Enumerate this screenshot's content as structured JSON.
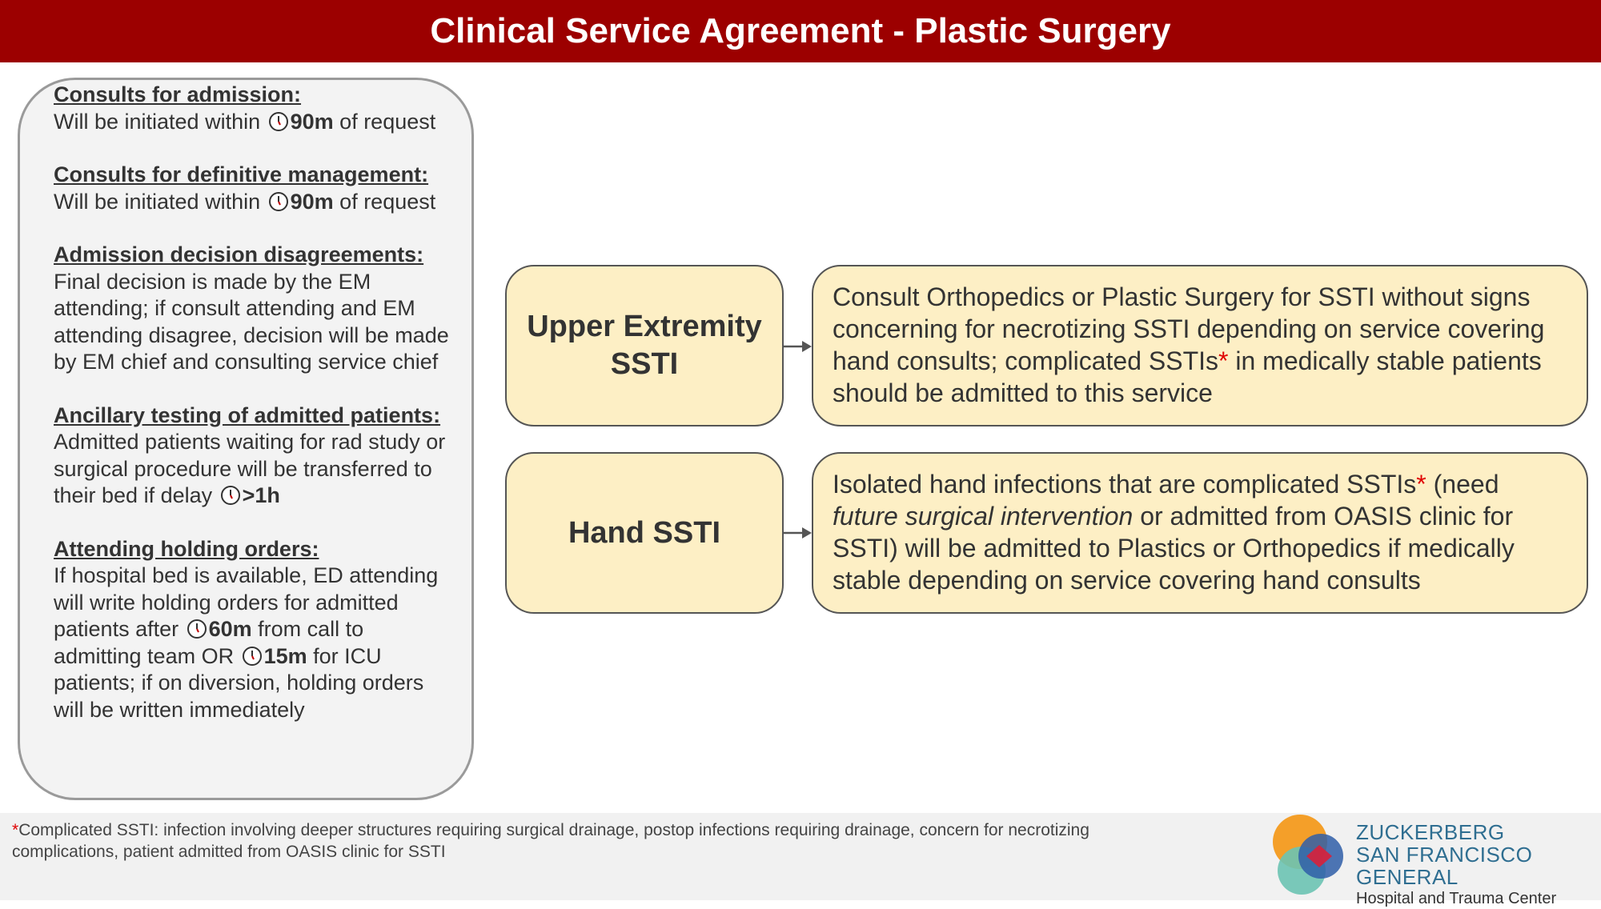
{
  "header": {
    "title": "Clinical Service Agreement - Plastic Surgery"
  },
  "left_panel": {
    "consults_admission": {
      "title": "Consults for admission:",
      "pre": "Will be initiated within ",
      "time": "90m",
      "post": " of request"
    },
    "consults_definitive": {
      "title": "Consults for definitive management:",
      "pre": "Will be initiated within ",
      "time": "90m",
      "post": " of request"
    },
    "admission_disagreements": {
      "title": "Admission decision disagreements:",
      "body": "Final decision is made by the EM attending; if consult attending and EM attending disagree, decision will be made by EM chief and consulting service chief"
    },
    "ancillary_testing": {
      "title": "Ancillary testing of admitted patients:",
      "pre": "Admitted patients waiting for rad study or surgical procedure will be transferred to their bed if delay ",
      "time": ">1h"
    },
    "holding_orders": {
      "title": "Attending holding orders:",
      "pre": "If hospital bed is available, ED attending will write holding orders for admitted patients after ",
      "time1": "60m",
      "mid": " from call to admitting team OR ",
      "time2": "15m",
      "post": " for ICU patients; if on diversion, holding orders will be written immediately"
    }
  },
  "flow": {
    "upper_extremity": {
      "label_line1": "Upper Extremity",
      "label_line2": "SSTI",
      "text_pre": "Consult Orthopedics or Plastic Surgery for SSTI without signs concerning for necrotizing SSTI depending on service covering hand consults; complicated SSTIs",
      "asterisk": "*",
      "text_post": " in medically stable patients should be admitted to this service"
    },
    "hand": {
      "label": "Hand SSTI",
      "text_pre": "Isolated hand infections that are complicated SSTIs",
      "asterisk": "*",
      "text_mid": " (need ",
      "text_italic": "future surgical intervention",
      "text_post": " or admitted from OASIS clinic for SSTI) will be admitted to Plastics or Orthopedics if medically stable depending on service covering hand consults"
    }
  },
  "footer": {
    "asterisk": "*",
    "footnote": "Complicated SSTI: infection involving deeper structures requiring surgical drainage, postop infections requiring drainage, concern for necrotizing complications, patient admitted from OASIS clinic for SSTI",
    "logo": {
      "line1": "ZUCKERBERG",
      "line2": "SAN FRANCISCO GENERAL",
      "line3": "Hospital and Trauma Center"
    }
  },
  "colors": {
    "header_bg": "#9c0000",
    "box_fill": "#fdefc5",
    "asterisk": "#e00000",
    "logo_text": "#2f6e91"
  },
  "icons": {
    "timer": "clock-icon",
    "arrow": "arrow-right-icon"
  }
}
